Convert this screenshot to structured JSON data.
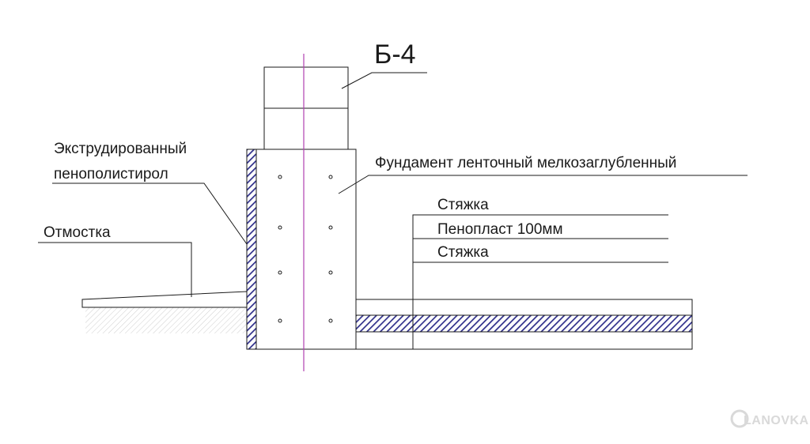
{
  "title": "Б-4",
  "labels": {
    "foundation": "Фундамент ленточный мелкозаглубленный",
    "insulation_line1": "Экструдированный",
    "insulation_line2": "пенополистирол",
    "blind_area": "Отмостка",
    "floor_top": "Стяжка",
    "floor_middle": "Пенопласт 100мм",
    "floor_bottom": "Стяжка"
  },
  "watermark": "LANOVKA",
  "colors": {
    "line": "#1a1a1a",
    "insulation_hatch": "#2e2e8a",
    "axis": "#b040b0",
    "ground_hatch": "#c8c8c8",
    "watermark": "#d9d9d9"
  }
}
